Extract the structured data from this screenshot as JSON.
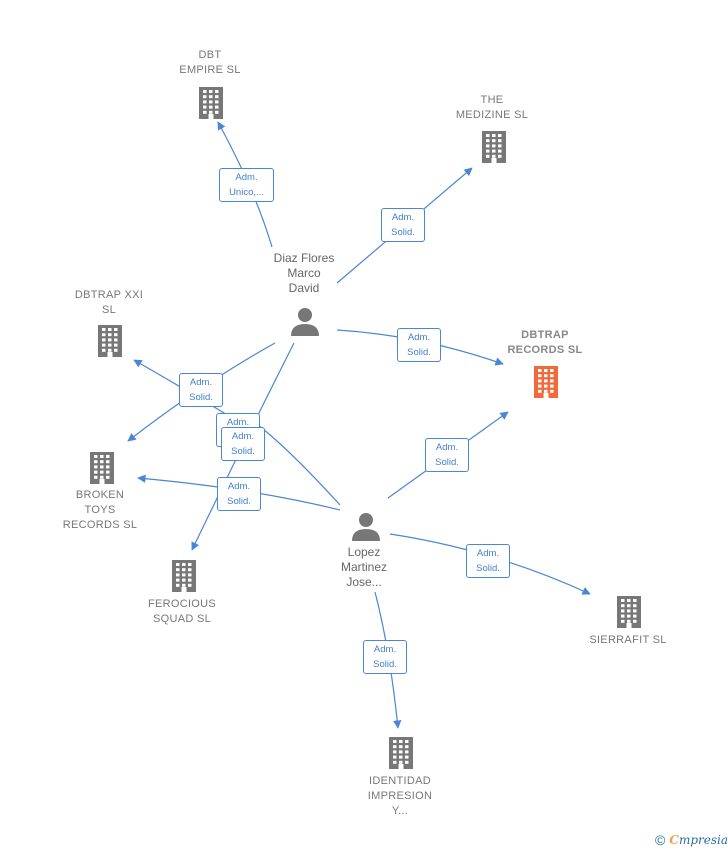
{
  "colors": {
    "edge": "#4a86d4",
    "building": "#777777",
    "highlight": "#f06a3a",
    "person": "#777777"
  },
  "nodes": {
    "dbt_empire": {
      "label": "DBT\nEMPIRE  SL",
      "icon": "building-icon"
    },
    "the_medizine": {
      "label": "THE\nMEDIZINE  SL",
      "icon": "building-icon"
    },
    "diaz_flores": {
      "label": "Diaz Flores\nMarco\nDavid",
      "icon": "person-icon"
    },
    "dbtrap_xxi": {
      "label": "DBTRAP XXI\nSL",
      "icon": "building-icon"
    },
    "dbtrap_records": {
      "label": "DBTRAP\nRECORDS  SL",
      "icon": "building-icon"
    },
    "broken_toys": {
      "label": "BROKEN\nTOYS\nRECORDS  SL",
      "icon": "building-icon"
    },
    "lopez_martinez": {
      "label": "Lopez\nMartinez\nJose...",
      "icon": "person-icon"
    },
    "ferocious_squad": {
      "label": "FEROCIOUS\nSQUAD  SL",
      "icon": "building-icon"
    },
    "sierrafit": {
      "label": "SIERRAFIT  SL",
      "icon": "building-icon"
    },
    "identidad": {
      "label": "IDENTIDAD\nIMPRESION\nY...",
      "icon": "building-icon"
    }
  },
  "edges": [
    {
      "label": "Adm.\nUnico,..."
    },
    {
      "label": "Adm.\nSolid."
    },
    {
      "label": "Adm.\nSolid."
    },
    {
      "label": "Adm.\nSolid."
    },
    {
      "label": "Adm.\nSolid."
    },
    {
      "label": "Adm.\nSolid."
    },
    {
      "label": "Adm.\nSolid."
    },
    {
      "label": "Adm.\nSolid."
    },
    {
      "label": "Adm.\nSolid."
    },
    {
      "label": "Adm.\nSolid."
    }
  ],
  "footer": {
    "copyright": "©",
    "brand_first": "C",
    "brand_rest": "mpresia"
  }
}
